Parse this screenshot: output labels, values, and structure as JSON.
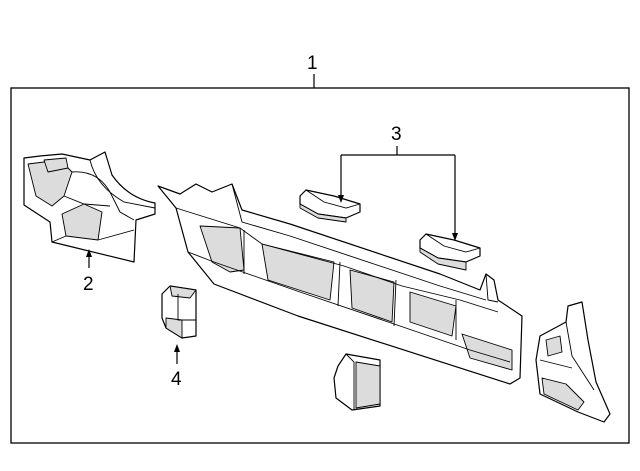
{
  "diagram": {
    "callouts": [
      {
        "id": "1",
        "text": "1"
      },
      {
        "id": "2",
        "text": "2"
      },
      {
        "id": "3",
        "text": "3"
      },
      {
        "id": "4",
        "text": "4"
      }
    ],
    "parts": [
      {
        "id": "rear-body-panel",
        "callout": "1"
      },
      {
        "id": "left-side-bracket",
        "callout": "2"
      },
      {
        "id": "upper-reinforcement-left",
        "callout": "3"
      },
      {
        "id": "upper-reinforcement-right",
        "callout": "3"
      },
      {
        "id": "lower-bracket",
        "callout": "4"
      },
      {
        "id": "center-bracket",
        "callout": ""
      },
      {
        "id": "right-side-bracket",
        "callout": ""
      }
    ]
  }
}
